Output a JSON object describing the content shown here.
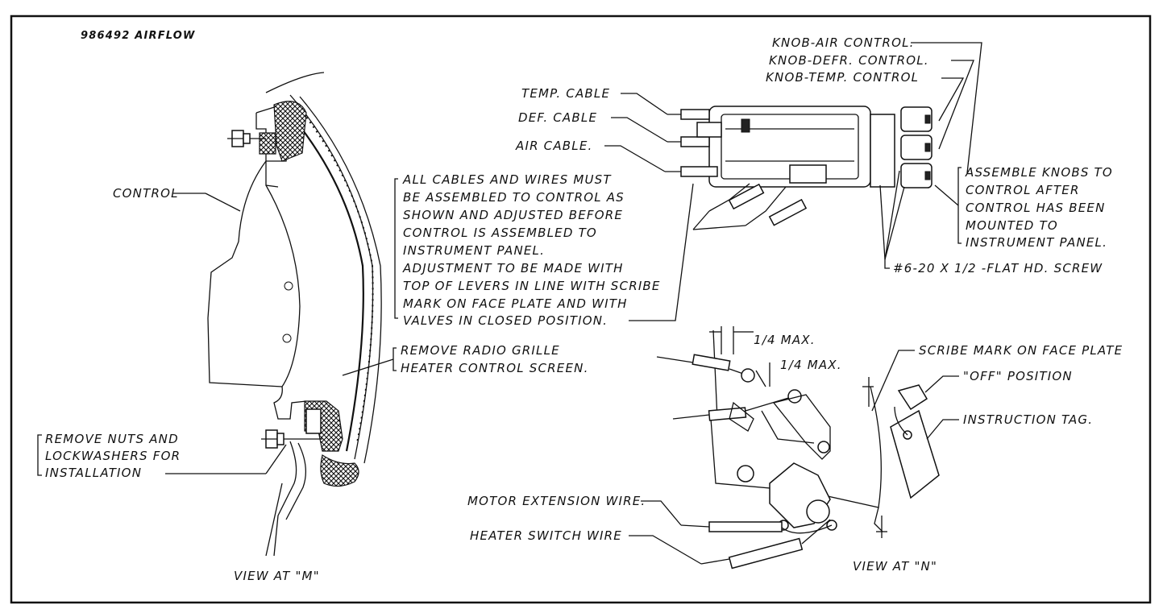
{
  "doc_id": "986492 AIRFLOW",
  "view_m": {
    "caption": "VIEW AT \"M\"",
    "control_label": "CONTROL",
    "remove_nuts_lines": [
      "REMOVE NUTS AND",
      "LOCKWASHERS FOR",
      "INSTALLATION"
    ],
    "remove_grille_lines": [
      "REMOVE RADIO GRILLE",
      "HEATER CONTROL SCREEN."
    ]
  },
  "top_assembly": {
    "knob_air": "KNOB-AIR CONTROL.",
    "knob_defr": "KNOB-DEFR. CONTROL.",
    "knob_temp": "KNOB-TEMP. CONTROL",
    "temp_cable": "TEMP. CABLE",
    "def_cable": "DEF. CABLE",
    "air_cable": "AIR CABLE.",
    "screw_label": "#6-20 X 1/2 -FLAT HD. SCREW",
    "assemble_knobs_lines": [
      "ASSEMBLE KNOBS TO",
      "CONTROL AFTER",
      "CONTROL HAS BEEN",
      "MOUNTED TO",
      "INSTRUMENT PANEL."
    ],
    "instructions_lines": [
      "ALL CABLES AND WIRES MUST",
      "BE ASSEMBLED TO CONTROL AS",
      "SHOWN AND ADJUSTED BEFORE",
      "CONTROL IS ASSEMBLED TO",
      "INSTRUMENT PANEL.",
      "ADJUSTMENT TO BE MADE WITH",
      "TOP OF LEVERS IN LINE WITH SCRIBE",
      "MARK ON FACE PLATE AND WITH",
      "VALVES IN CLOSED POSITION."
    ]
  },
  "view_n": {
    "caption": "VIEW AT \"N\"",
    "max_1": "1/4 MAX.",
    "max_2": "1/4 MAX.",
    "scribe_mark": "SCRIBE MARK ON FACE PLATE",
    "off_position": "\"OFF\" POSITION",
    "instruction_tag": "INSTRUCTION TAG.",
    "motor_wire": "MOTOR EXTENSION WIRE.",
    "heater_wire": "HEATER SWITCH WIRE"
  }
}
